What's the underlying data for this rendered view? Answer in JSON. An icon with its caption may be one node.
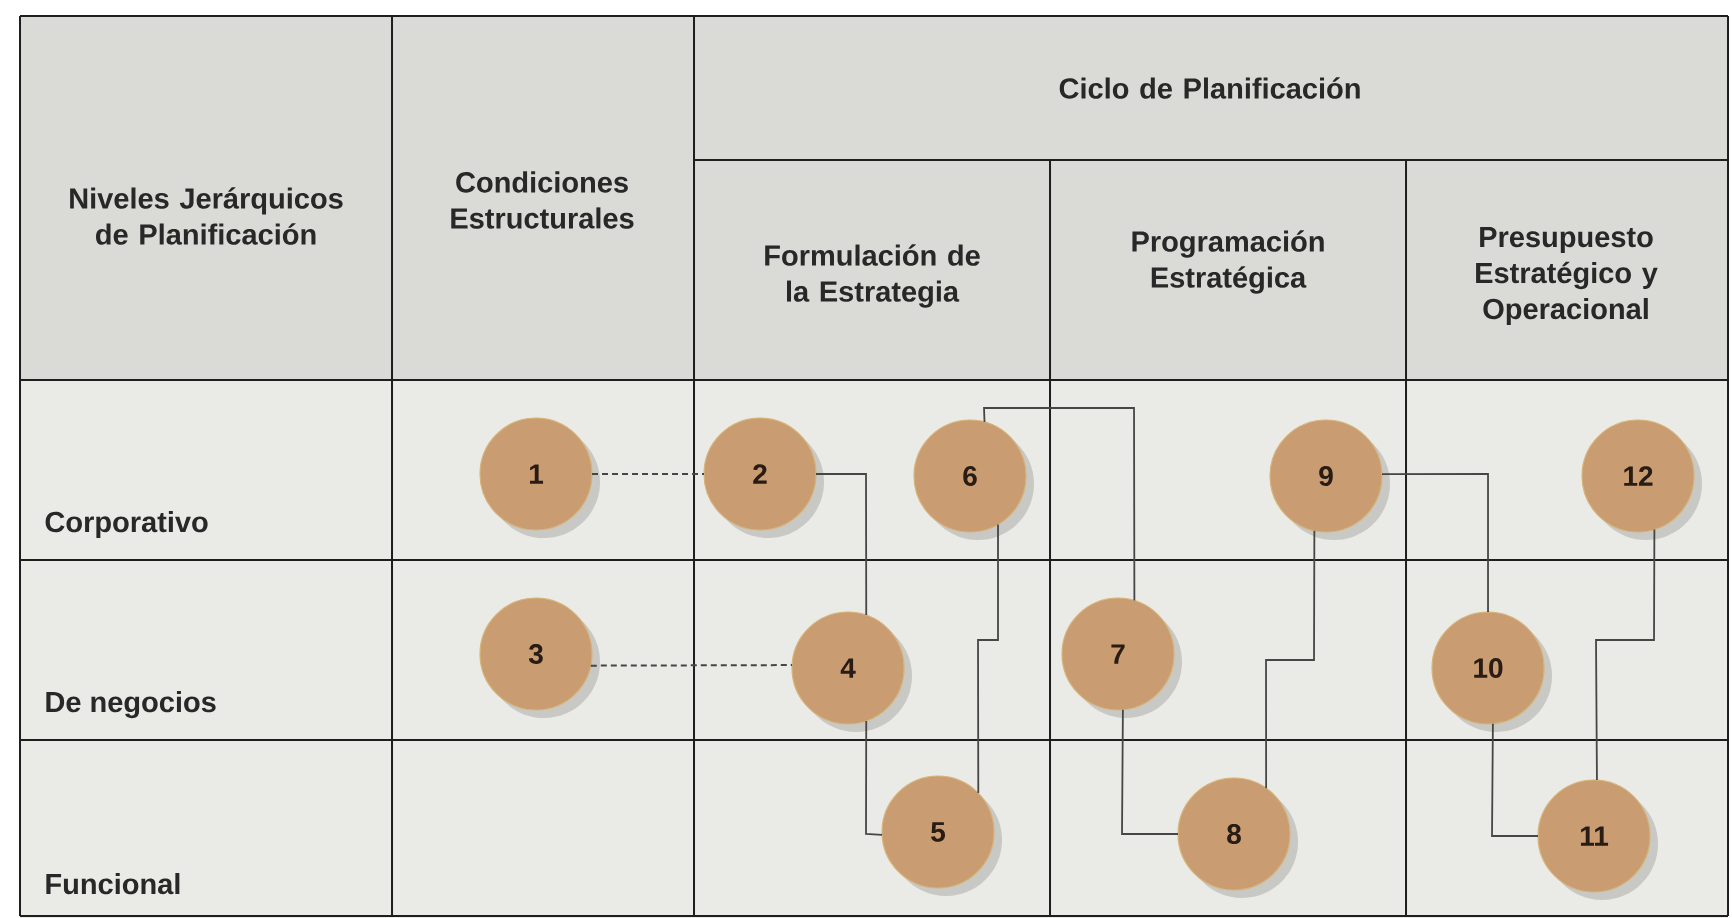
{
  "diagram": {
    "nodes": [
      {
        "text": [
          "1"
        ]
      },
      {
        "text": [
          "2"
        ]
      },
      {
        "text": [
          "6"
        ]
      },
      {
        "text": [
          "3"
        ]
      },
      {
        "text": [
          "4"
        ]
      },
      {
        "text": [
          "5"
        ]
      },
      {
        "text": [
          "7"
        ]
      },
      {
        "text": [
          "8"
        ]
      },
      {
        "text": [
          "9"
        ]
      },
      {
        "text": [
          "10"
        ]
      },
      {
        "text": [
          "11"
        ]
      },
      {
        "text": [
          "12"
        ]
      }
    ],
    "edges": [
      {
        "from": 0,
        "to": 1,
        "arrow": "none",
        "style": "dashed"
      },
      {
        "from": 3,
        "to": 4,
        "arrow": "none",
        "style": "dashed"
      },
      {
        "from": 1,
        "to": 4,
        "arrow": "none"
      },
      {
        "from": 4,
        "to": 5,
        "arrow": "none"
      },
      {
        "from": 5,
        "to": 2,
        "arrow": "none"
      },
      {
        "from": 2,
        "to": 6,
        "arrow": "none"
      },
      {
        "from": 6,
        "to": 7,
        "arrow": "none"
      },
      {
        "from": 7,
        "to": 8,
        "arrow": "none"
      },
      {
        "from": 8,
        "to": 9,
        "arrow": "none"
      },
      {
        "from": 9,
        "to": 10,
        "arrow": "none"
      },
      {
        "from": 10,
        "to": 11,
        "arrow": "none"
      }
    ],
    "labels": [
      "Niveles Jerárquicos de Planificación",
      "Condiciones Estructurales",
      "Ciclo de Planificación",
      "Formulación de la Estrategia",
      "Programación Estratégica",
      "Presupuesto Estratégico y Operacional",
      "Corporativo",
      "De negocios",
      "Funcional"
    ]
  }
}
